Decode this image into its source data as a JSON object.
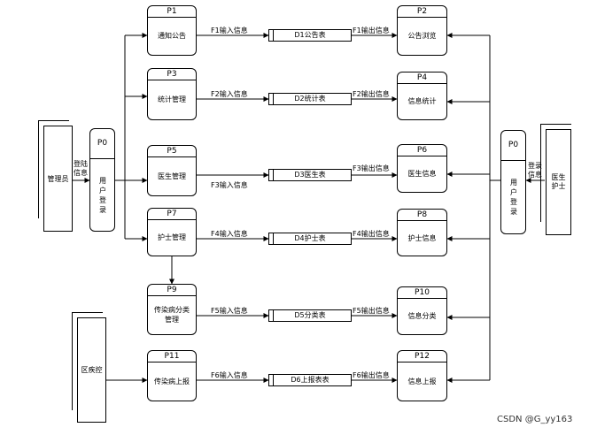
{
  "processes": [
    {
      "id": "P1",
      "name": "通知公告"
    },
    {
      "id": "P2",
      "name": "公告浏览"
    },
    {
      "id": "P3",
      "name": "统计管理"
    },
    {
      "id": "P4",
      "name": "信息统计"
    },
    {
      "id": "P5",
      "name": "医生管理"
    },
    {
      "id": "P6",
      "name": "医生信息"
    },
    {
      "id": "P7",
      "name": "护士管理"
    },
    {
      "id": "P8",
      "name": "护士信息"
    },
    {
      "id": "P9",
      "name": "传染病分类管理"
    },
    {
      "id": "P10",
      "name": "信息分类"
    },
    {
      "id": "P11",
      "name": "传染病上报"
    },
    {
      "id": "P12",
      "name": "信息上报"
    }
  ],
  "stores": [
    "D1公告表",
    "D2统计表",
    "D3医生表",
    "D4护士表",
    "D5分类表",
    "D6上报表表"
  ],
  "flows_in": [
    "F1输入信息",
    "F2输入信息",
    "F3输入信息",
    "F4输入信息",
    "F5输入信息",
    "F6输入信息"
  ],
  "flows_out": [
    "F1输出信息",
    "F2输出信息",
    "F3输出信息",
    "F4输出信息",
    "F5输出信息",
    "F6输出信息"
  ],
  "left_login": {
    "id": "P0",
    "name": "用户登录",
    "flow": "登陆信息"
  },
  "right_login": {
    "id": "P0",
    "name": "用户登录",
    "flow": "登录信息"
  },
  "entities": {
    "admin": "管理员",
    "doctor_nurse": "医生护士",
    "district": "区疾控"
  },
  "watermark": "CSDN @G_yy163"
}
